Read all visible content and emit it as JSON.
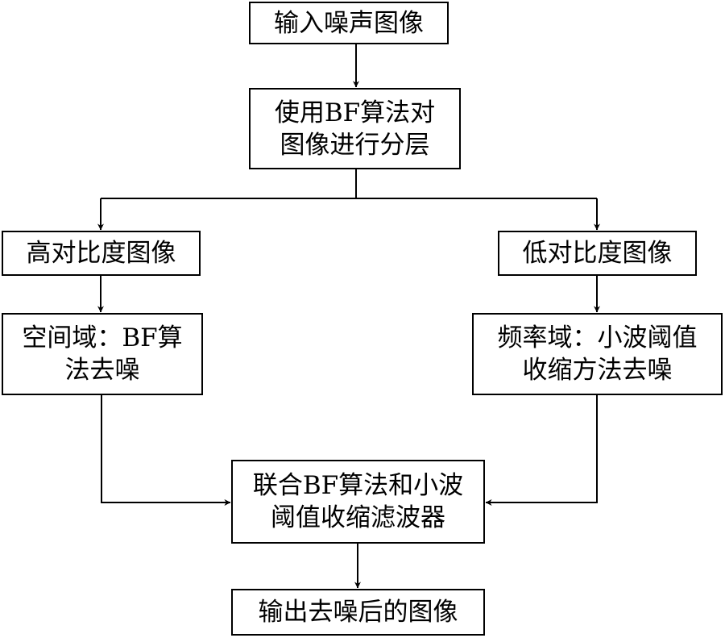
{
  "nodes": {
    "input": {
      "lines": [
        "输入噪声图像"
      ]
    },
    "layering": {
      "lines": [
        "使用BF算法对",
        "图像进行分层"
      ]
    },
    "high_contrast": {
      "lines": [
        "高对比度图像"
      ]
    },
    "low_contrast": {
      "lines": [
        "低对比度图像"
      ]
    },
    "spatial": {
      "lines": [
        "空间域：BF算",
        "法去噪"
      ]
    },
    "frequency": {
      "lines": [
        "频率域：小波阈值",
        "收缩方法去噪"
      ]
    },
    "joint_filter": {
      "lines": [
        "联合BF算法和小波",
        "阈值收缩滤波器"
      ]
    },
    "output": {
      "lines": [
        "输出去噪后的图像"
      ]
    }
  }
}
